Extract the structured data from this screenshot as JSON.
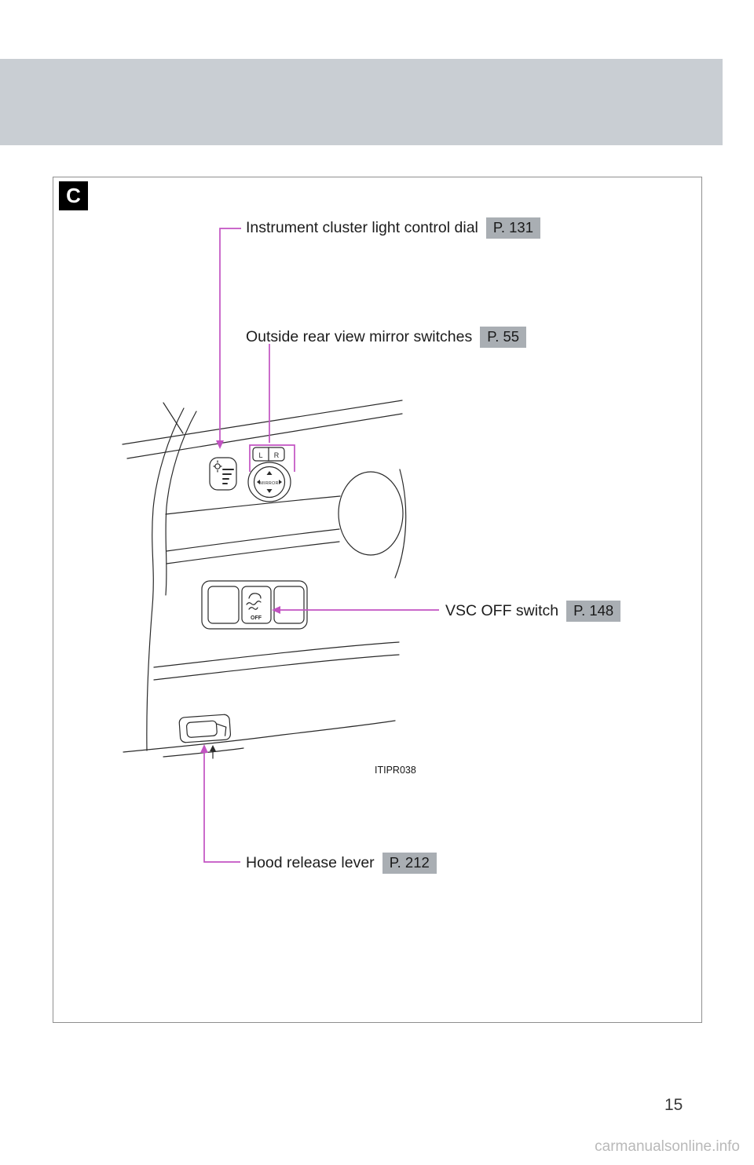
{
  "page": {
    "section_label": "C",
    "image_code": "ITIPR038",
    "page_number": "15",
    "watermark": "carmanualsonline.info"
  },
  "callouts": {
    "instrument_dial": {
      "label": "Instrument cluster light control dial",
      "ref": "P. 131"
    },
    "mirror_switches": {
      "label": "Outside rear view mirror switches",
      "ref": "P. 55"
    },
    "vsc_switch": {
      "label": "VSC OFF switch",
      "ref": "P. 148"
    },
    "hood_lever": {
      "label": "Hood release lever",
      "ref": "P. 212"
    }
  },
  "diagram_labels": {
    "mirror_select_left": "L",
    "mirror_select_right": "R",
    "mirror_knob": "MIRROR",
    "vsc_off": "OFF"
  },
  "colors": {
    "header_band": "#c9ced3",
    "page_ref_background": "#a9aeb3",
    "callout_arrow": "#c253c2"
  }
}
